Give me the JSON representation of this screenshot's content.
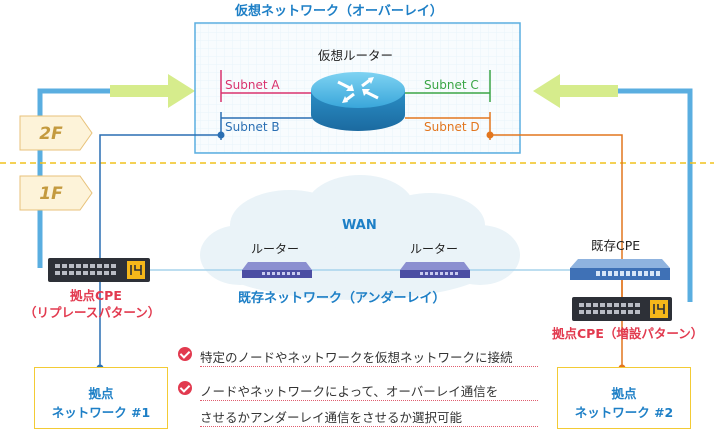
{
  "overlay": {
    "title": "仮想ネットワーク（オーバーレイ）",
    "router_label": "仮想ルーター",
    "subnets": {
      "a": "Subnet A",
      "b": "Subnet B",
      "c": "Subnet C",
      "d": "Subnet D"
    }
  },
  "floors": {
    "upper": "2F",
    "lower": "1F"
  },
  "underlay": {
    "wan_label": "WAN",
    "router_left": "ルーター",
    "router_right": "ルーター",
    "title": "既存ネットワーク（アンダーレイ）",
    "existing_cpe": "既存CPE"
  },
  "cpe_left": {
    "line1": "拠点CPE",
    "line2": "（リプレースパターン）"
  },
  "cpe_right": {
    "label": "拠点CPE（増設パターン）"
  },
  "site1": {
    "line1": "拠点",
    "line2": "ネットワーク #1"
  },
  "site2": {
    "line1": "拠点",
    "line2": "ネットワーク #2"
  },
  "bullets": {
    "item1": "特定のノードやネットワークを仮想ネットワークに接続",
    "item2_line1": "ノードやネットワークによって、オーバーレイ通信を",
    "item2_line2": "させるかアンダーレイ通信をさせるか選択可能"
  },
  "colors": {
    "overlay_blue": "#5aaee0",
    "arrow_green": "#d6ec8c",
    "subnet_a": "#d9336e",
    "subnet_b": "#2a6fb3",
    "subnet_c": "#3aa546",
    "subnet_d": "#e2761e",
    "floor_line": "#f0c21e",
    "accent_red": "#e23a4f",
    "accent_blue": "#1d7fc6"
  }
}
